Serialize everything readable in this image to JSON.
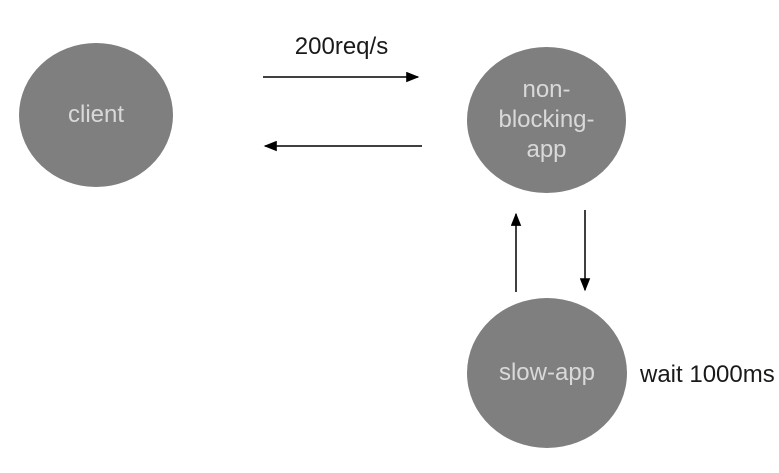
{
  "diagram": {
    "nodes": {
      "client": {
        "label": "client"
      },
      "non_blocking_app": {
        "lines": [
          "non-",
          "blocking-",
          "app"
        ]
      },
      "slow_app": {
        "label": "slow-app"
      }
    },
    "labels": {
      "request_rate": "200req/s",
      "wait_time": "wait 1000ms"
    },
    "arrows": [
      {
        "name": "client-to-nonblocking",
        "direction": "right"
      },
      {
        "name": "nonblocking-to-client",
        "direction": "left"
      },
      {
        "name": "slow-to-nonblocking",
        "direction": "up"
      },
      {
        "name": "nonblocking-to-slow",
        "direction": "down"
      }
    ],
    "colors": {
      "node_fill": "#7f7f7f",
      "node_text": "#d9d9d9",
      "arrow": "#000000",
      "background": "#ffffff",
      "label_text": "#1a1a1a"
    }
  }
}
